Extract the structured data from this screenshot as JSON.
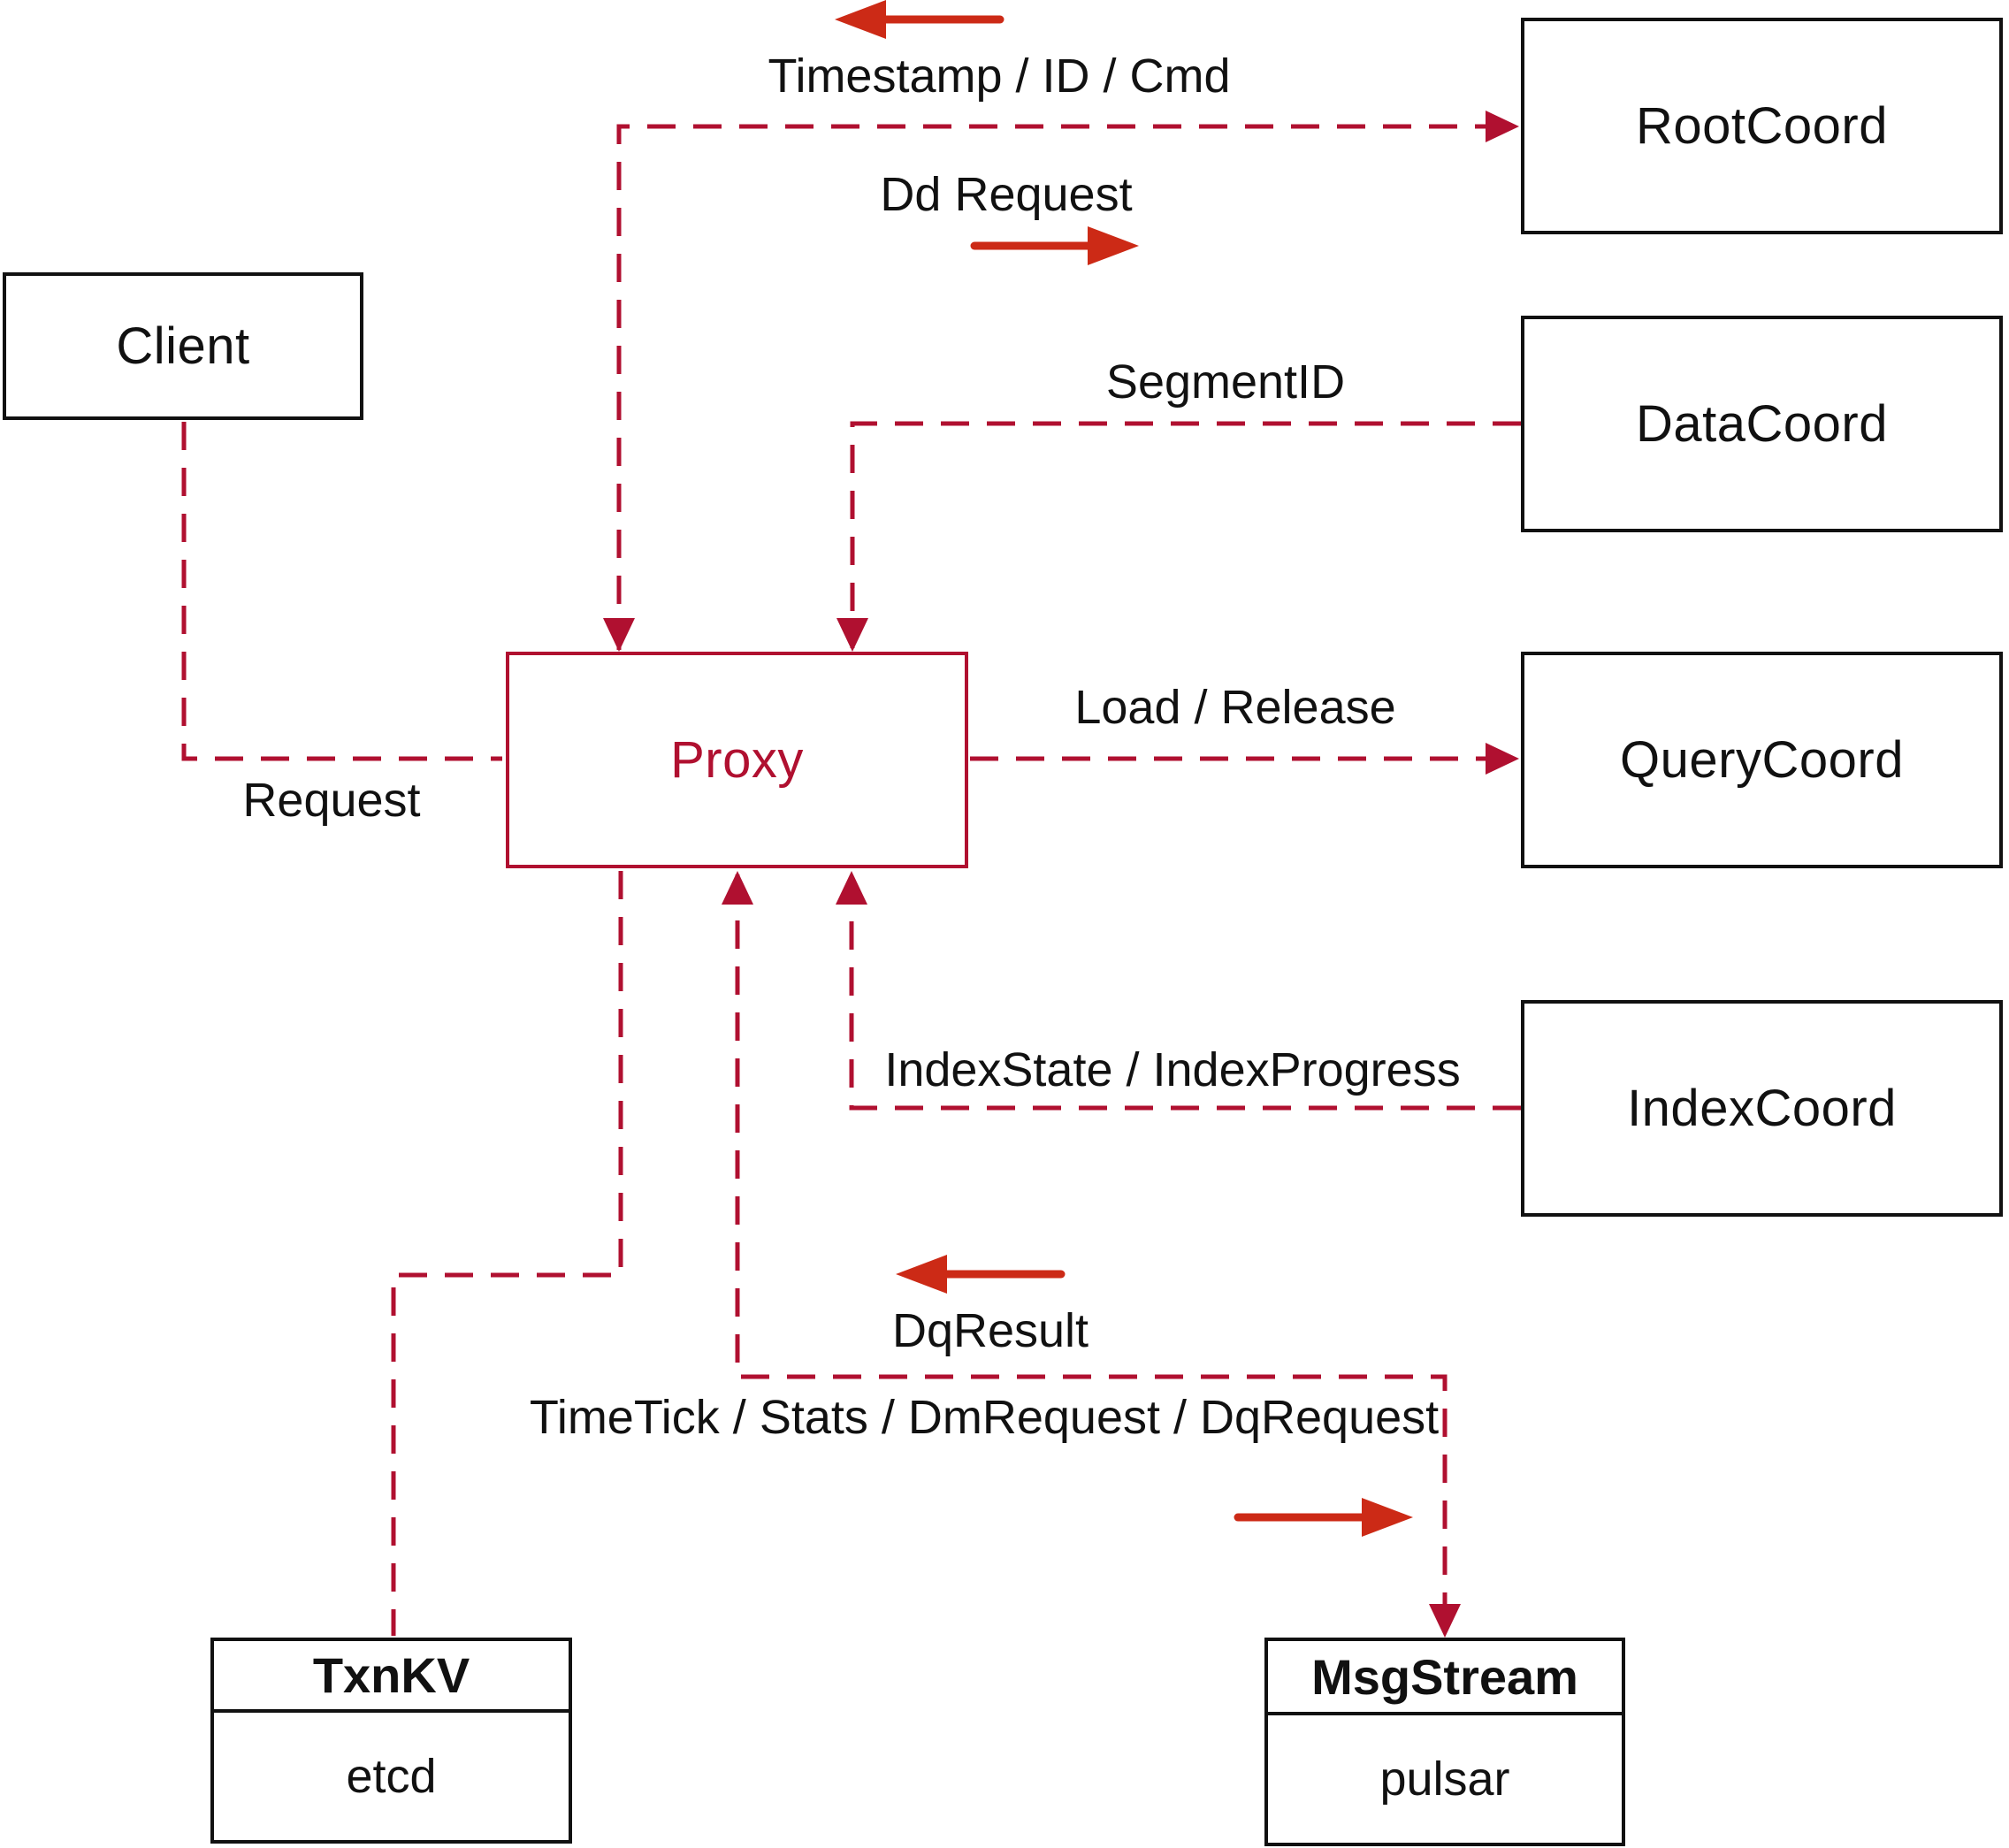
{
  "diagram": {
    "colors": {
      "line_dashed": "#b01030",
      "arrow_solid": "#cc2a16",
      "box_border": "#111111",
      "text": "#111111"
    },
    "nodes": {
      "client": {
        "label": "Client"
      },
      "proxy": {
        "label": "Proxy"
      },
      "root_coord": {
        "label": "RootCoord"
      },
      "data_coord": {
        "label": "DataCoord"
      },
      "query_coord": {
        "label": "QueryCoord"
      },
      "index_coord": {
        "label": "IndexCoord"
      },
      "txn_kv": {
        "title": "TxnKV",
        "sub": "etcd"
      },
      "msg_stream": {
        "title": "MsgStream",
        "sub": "pulsar"
      }
    },
    "edge_labels": {
      "timestamp": "Timestamp / ID / Cmd",
      "dd_request": "Dd Request",
      "segment_id": "SegmentID",
      "load_release": "Load / Release",
      "index_state": "IndexState / IndexProgress",
      "request": "Request",
      "dq_result": "DqResult",
      "time_tick": "TimeTick / Stats / DmRequest / DqRequest"
    }
  }
}
